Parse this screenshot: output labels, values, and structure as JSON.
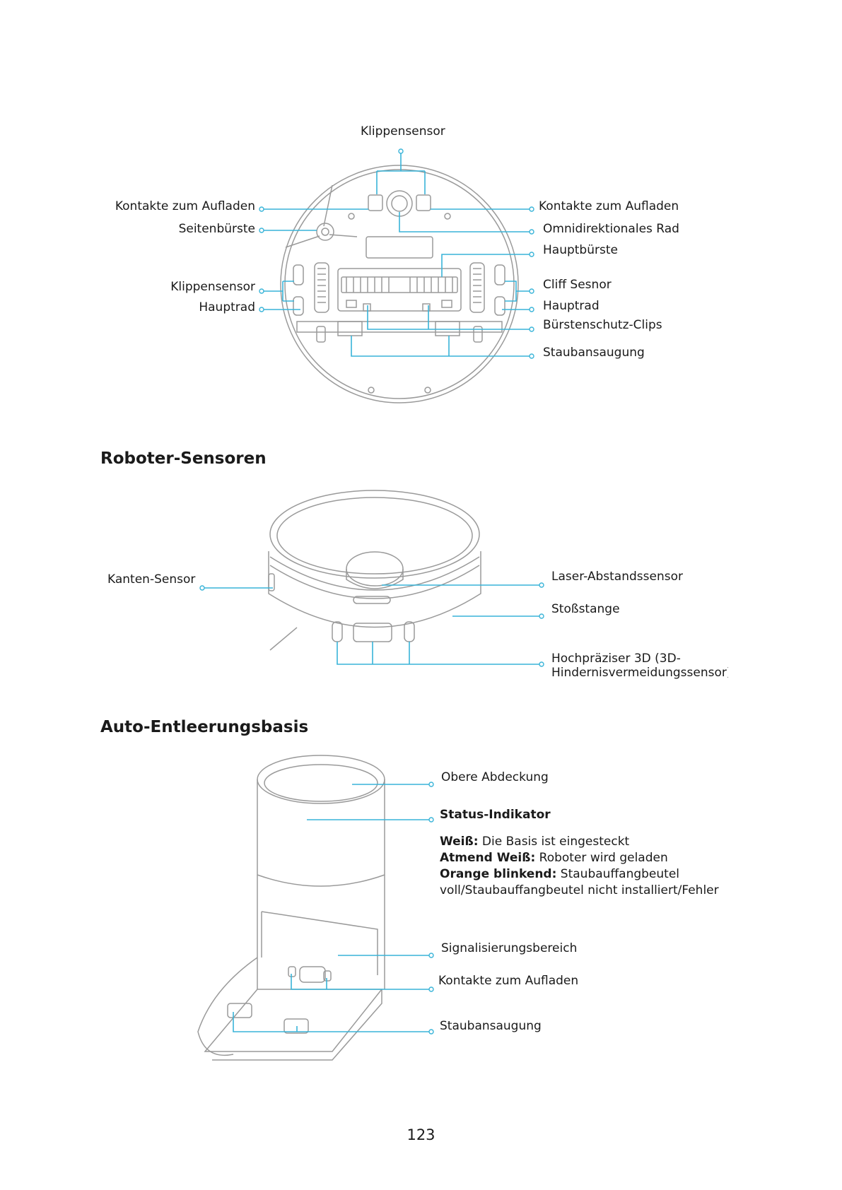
{
  "bottom_view": {
    "top_label": "Klippensensor",
    "left": {
      "contacts": "Kontakte zum Aufladen",
      "side_brush": "Seitenbürste",
      "cliff_sensor": "Klippensensor",
      "main_wheel": "Hauptrad"
    },
    "right": {
      "contacts": "Kontakte zum Aufladen",
      "omni_wheel": "Omnidirektionales Rad",
      "main_brush": "Hauptbürste",
      "cliff_sensor": "Cliff Sesnor",
      "main_wheel": "Hauptrad",
      "brush_clips": "Bürstenschutz-Clips",
      "dust_suction": "Staubansaugung"
    }
  },
  "sensors": {
    "heading": "Roboter-Sensoren",
    "edge_sensor": "Kanten-Sensor",
    "laser_sensor": "Laser-Abstandssensor",
    "bumper": "Stoßstange",
    "obstacle_sensor": "Hochpräziser 3D (3D-Hindernisvermeidungssensor)"
  },
  "dock": {
    "heading": "Auto-Entleerungsbasis",
    "top_cover": "Obere Abdeckung",
    "status_title": "Status-Indikator",
    "status_lines": [
      {
        "bold": "Weiß:",
        "text": " Die Basis ist eingesteckt"
      },
      {
        "bold": "Atmend Weiß:",
        "text": " Roboter wird geladen"
      },
      {
        "bold": "Orange blinkend:",
        "text": " Staubauffangbeutel"
      },
      {
        "bold": "",
        "text": "voll/Staubauffangbeutel nicht installiert/Fehler"
      }
    ],
    "signal_area": "Signalisierungsbereich",
    "contacts": "Kontakte zum Aufladen",
    "dust_suction": "Staubansaugung"
  },
  "page_number": "123",
  "colors": {
    "callout": "#39b4d8",
    "line_art": "#9a9a9a",
    "text": "#1a1a1a"
  }
}
